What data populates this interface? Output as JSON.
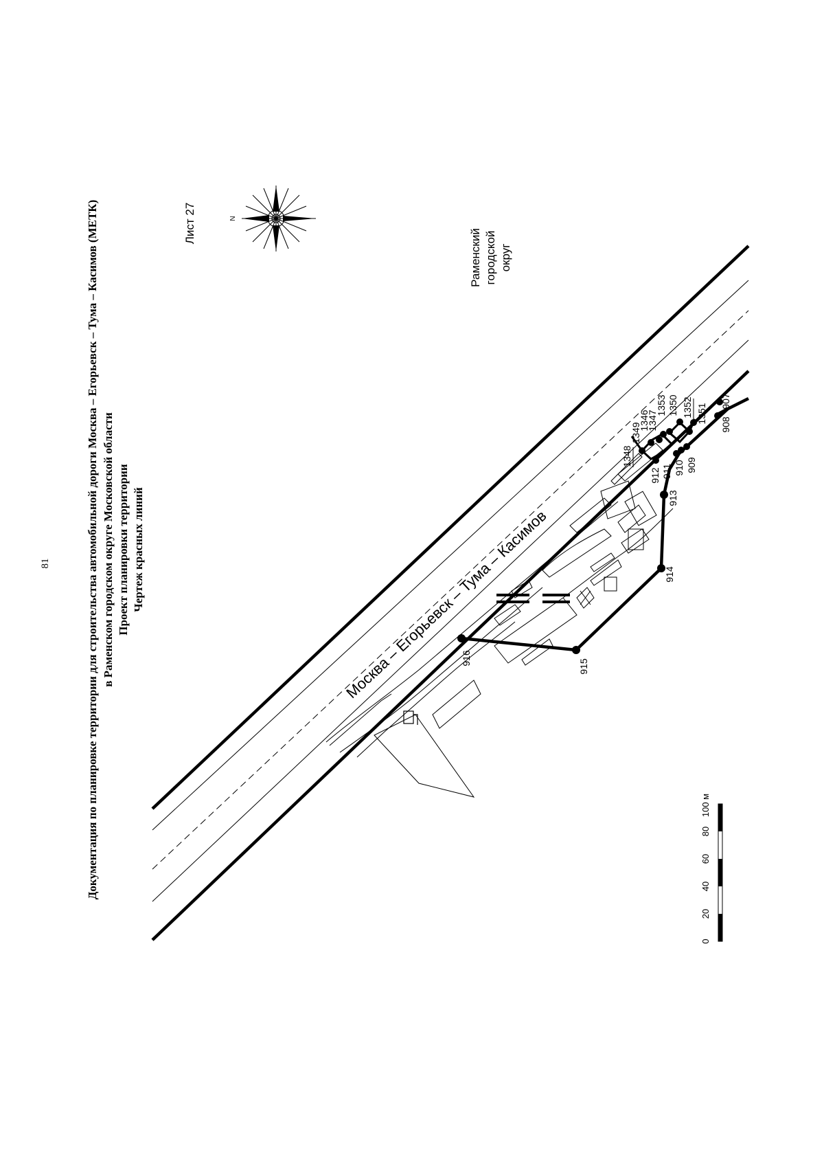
{
  "page_number": "81",
  "title": {
    "line1": "Документация по планировке территории для строительства автомобильной дороги Москва – Егорьевск – Тума – Касимов (МЕТК)",
    "line2": "в Раменском городском округе Московской области",
    "line3": "Проект планировки территории",
    "line4": "Чертеж красных линий"
  },
  "sheet_label": "Лист 27",
  "compass": {
    "north_letter": "N"
  },
  "district_label": [
    "Раменский",
    "городской",
    "округ"
  ],
  "road_name": "Москва – Егорьевск – Тума – Касимов",
  "points": [
    "916",
    "915",
    "914",
    "913",
    "912",
    "911",
    "910",
    "909",
    "908",
    "907",
    "1348",
    "1349",
    "1346",
    "1347",
    "1353",
    "1350",
    "1352",
    "1351"
  ],
  "scale_bar": {
    "ticks": [
      "0",
      "20",
      "40",
      "60",
      "80",
      "100 м"
    ]
  }
}
